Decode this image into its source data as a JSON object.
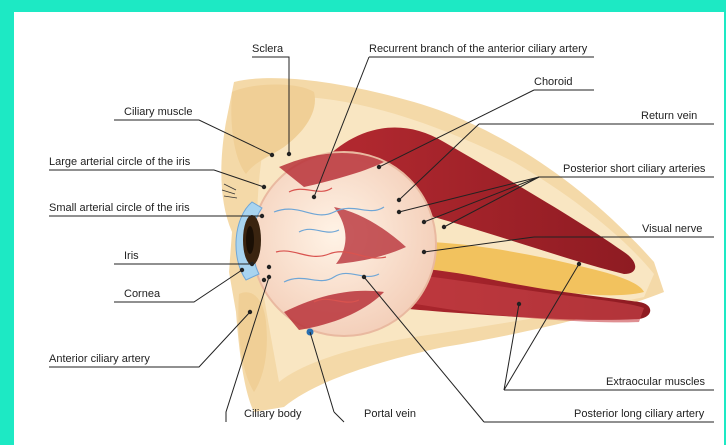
{
  "diagram": {
    "labels": {
      "sclera": "Sclera",
      "recurrent_branch": "Recurrent branch of the anterior ciliary artery",
      "choroid": "Choroid",
      "ciliary_muscle": "Ciliary muscle",
      "return_vein": "Return vein",
      "large_arterial_circle": "Large arterial circle of the iris",
      "posterior_short": "Posterior short ciliary arteries",
      "small_arterial_circle": "Small arterial circle of the iris",
      "visual_nerve": "Visual nerve",
      "iris": "Iris",
      "cornea": "Cornea",
      "anterior_ciliary_artery": "Anterior ciliary artery",
      "extraocular_muscles": "Extraocular muscles",
      "ciliary_body": "Ciliary body",
      "portal_vein": "Portal vein",
      "posterior_long": "Posterior long ciliary artery"
    },
    "colors": {
      "background_frame": "#1de9c4",
      "skin": "#f4d9a8",
      "fat": "#f9e6c2",
      "muscle": "#a8242b",
      "muscle_light": "#c9454a",
      "eyeball": "#fbe6d6",
      "vessel_blue": "#6fa6d6",
      "vessel_red": "#d9534f",
      "iris_dark": "#3a2410",
      "cornea_blue": "#a8d4f0"
    }
  }
}
